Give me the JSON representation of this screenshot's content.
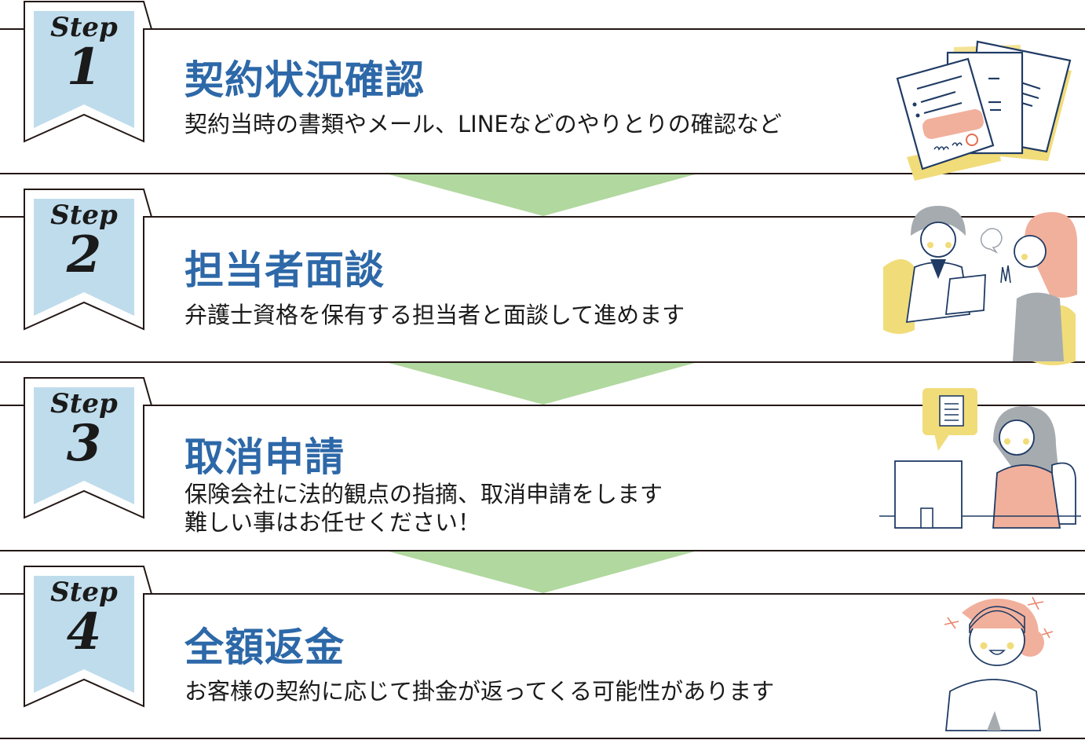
{
  "colors": {
    "title_blue": "#2d68a8",
    "ribbon_blue": "#bfdcec",
    "arrow_green": "#b1d89f",
    "line_dark": "#231815",
    "accent_yellow": "#f1dc7a",
    "accent_salmon": "#f1b09c",
    "ink_navy": "#1f3b64"
  },
  "steps": [
    {
      "step_label": "Step",
      "number": "1",
      "title": "契約状況確認",
      "description_lines": [
        "契約当時の書類やメール、LINEなどのやりとりの確認など"
      ],
      "illustration": "documents-icon"
    },
    {
      "step_label": "Step",
      "number": "2",
      "title": "担当者面談",
      "description_lines": [
        "弁護士資格を保有する担当者と面談して進めます"
      ],
      "illustration": "consultation-meeting-icon"
    },
    {
      "step_label": "Step",
      "number": "3",
      "title": "取消申請",
      "description_lines": [
        "保険会社に法的観点の指摘、取消申請をします",
        "難しい事はお任せください！"
      ],
      "illustration": "woman-at-computer-icon"
    },
    {
      "step_label": "Step",
      "number": "4",
      "title": "全額返金",
      "description_lines": [
        "お客様の契約に応じて掛金が返ってくる可能性があります"
      ],
      "illustration": "happy-woman-icon"
    }
  ]
}
